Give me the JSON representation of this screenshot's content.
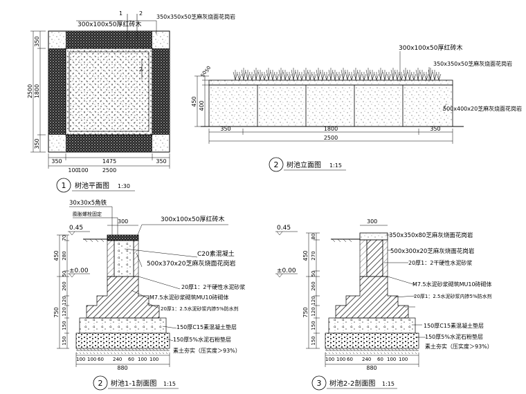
{
  "plan": {
    "label_top_1": "300x100x50厚红砖木",
    "label_top_2": "350x350x50芝麻灰烧面花岗岩",
    "callout_1": "1",
    "callout_2": "2",
    "callout_2b": "2",
    "dim_left": [
      "350",
      "1800",
      "350"
    ],
    "dim_left_total": "2500",
    "dim_bottom": [
      "350",
      "1475",
      "350"
    ],
    "dim_bottom_sub": [
      "100",
      "100"
    ],
    "dim_bottom_total": "2500",
    "title_num": "1",
    "title": "树池平面图",
    "scale": "1:30"
  },
  "elevation": {
    "label_1": "300x100x50厚红砖木",
    "label_2": "350x350x50芝麻灰烧面花岗岩",
    "label_3": "500x400x20芝麻灰烧面花岗岩",
    "dim_left": [
      "50",
      "50",
      "400"
    ],
    "dim_left_total": "450",
    "dim_bottom": [
      "350",
      "1800",
      "350"
    ],
    "dim_bottom_total": "2500",
    "title_num": "2",
    "title": "树池立面图",
    "scale": "1:15"
  },
  "section1": {
    "label_tl1": "30x30x5角铁",
    "label_tl2": "膨胀螺栓固定",
    "dim_top": "300",
    "level_top": "0.45",
    "level_zero": "±0.00",
    "label_r1": "300x100x50厚红砖木",
    "label_r2": "C20素混凝土",
    "label_r3": "500x370x20芝麻灰烧面花岗岩",
    "label_r4": "20厚1：2干硬性水泥砂浆",
    "label_r5": "M7.5水泥砂浆砌筑MU10砖砌体",
    "label_r6": "20厚1：2.5水泥砂浆内掺5%防水剂",
    "label_r7": "150厚C15素混凝土垫层",
    "label_r8": "150厚5%水泥石粉垫层",
    "label_r9": "素土夯实（压实度＞93%）",
    "dim_left": [
      "70",
      "280",
      "50",
      "260",
      "120",
      "120",
      "150",
      "150"
    ],
    "dim_left_total_a": "450",
    "dim_left_total_b": "750",
    "dim_bottom": [
      "100",
      "100",
      "60",
      "240",
      "60",
      "100",
      "100"
    ],
    "dim_bottom_total": "880",
    "title_num": "2",
    "title": "树池1-1剖面图",
    "scale": "1:15"
  },
  "section2": {
    "dim_top": "300",
    "level_top": "0.45",
    "level_zero": "±0.00",
    "label_r1": "350x350x80芝麻灰烧面花岗岩",
    "label_r2": "500x300x20芝麻灰烧面花岗岩",
    "label_r3": "20厚1：2干硬性水泥砂浆",
    "label_r4": "M7.5水泥砂浆砌筑MU10砖砌体",
    "label_r5": "20厚1：2.5水泥砂浆内掺5%防水剂",
    "label_r6": "150厚C15素混凝土垫层",
    "label_r7": "150厚5%水泥石粉垫层",
    "label_r8": "素土夯实（压实度＞93%）",
    "dim_left": [
      "80",
      "270",
      "50",
      "260",
      "120",
      "120",
      "150",
      "150"
    ],
    "dim_left_total_a": "450",
    "dim_left_total_b": "750",
    "dim_bottom": [
      "100",
      "100",
      "60",
      "240",
      "60",
      "100",
      "100"
    ],
    "dim_bottom_total": "880",
    "title_num": "3",
    "title": "树池2-2剖面图",
    "scale": "1:15"
  }
}
